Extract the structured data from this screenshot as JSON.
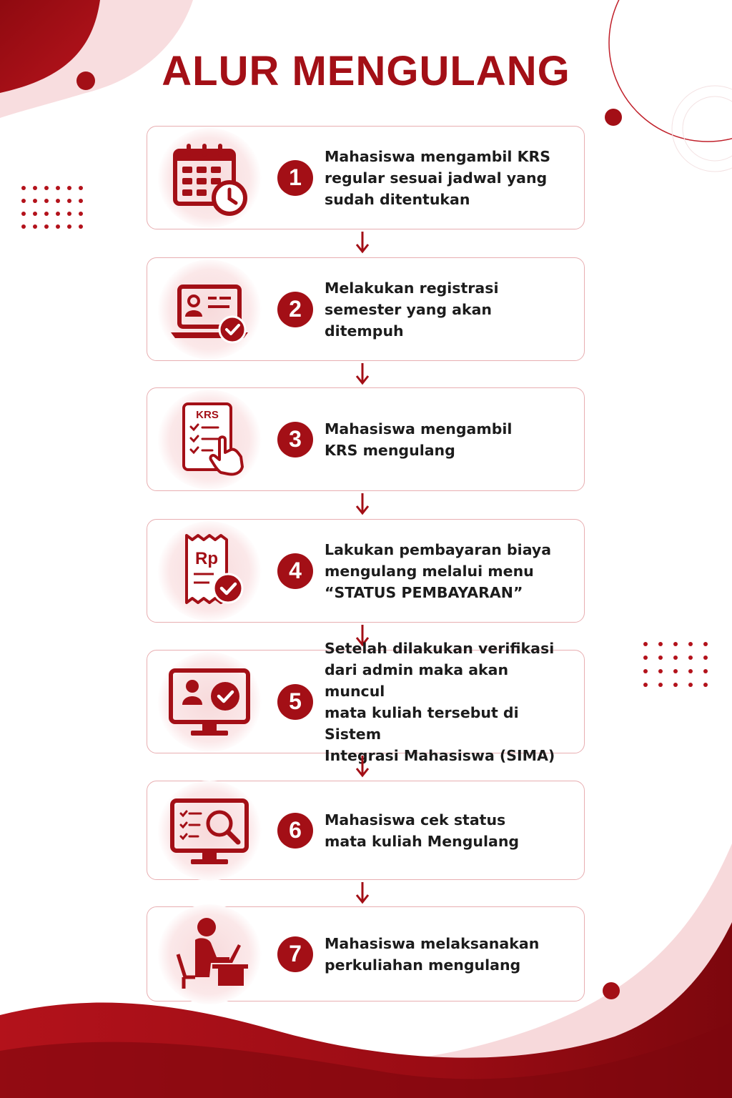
{
  "title": "ALUR MENGULANG",
  "colors": {
    "accent": "#a30f16",
    "accent_light": "#f7dadb",
    "border": "#e8aeb1"
  },
  "steps": [
    {
      "number": "1",
      "icon": "calendar-clock-icon",
      "text": "Mahasiswa mengambil KRS\nregular sesuai jadwal yang\nsudah ditentukan"
    },
    {
      "number": "2",
      "icon": "laptop-registration-icon",
      "text": "Melakukan registrasi\nsemester yang akan\nditempuh"
    },
    {
      "number": "3",
      "icon": "krs-checklist-icon",
      "icon_label": "KRS",
      "text": "Mahasiswa mengambil\nKRS mengulang"
    },
    {
      "number": "4",
      "icon": "receipt-payment-icon",
      "icon_label": "Rp",
      "text": "Lakukan pembayaran biaya\nmengulang melalui menu\n“STATUS PEMBAYARAN”"
    },
    {
      "number": "5",
      "icon": "monitor-verified-icon",
      "text": "Setelah dilakukan verifikasi\ndari admin maka akan muncul\nmata kuliah tersebut di Sistem\nIntegrasi Mahasiswa (SIMA)"
    },
    {
      "number": "6",
      "icon": "monitor-search-icon",
      "text": "Mahasiswa cek status\nmata kuliah Mengulang"
    },
    {
      "number": "7",
      "icon": "student-desk-icon",
      "text": "Mahasiswa melaksanakan\nperkuliahan mengulang"
    }
  ]
}
